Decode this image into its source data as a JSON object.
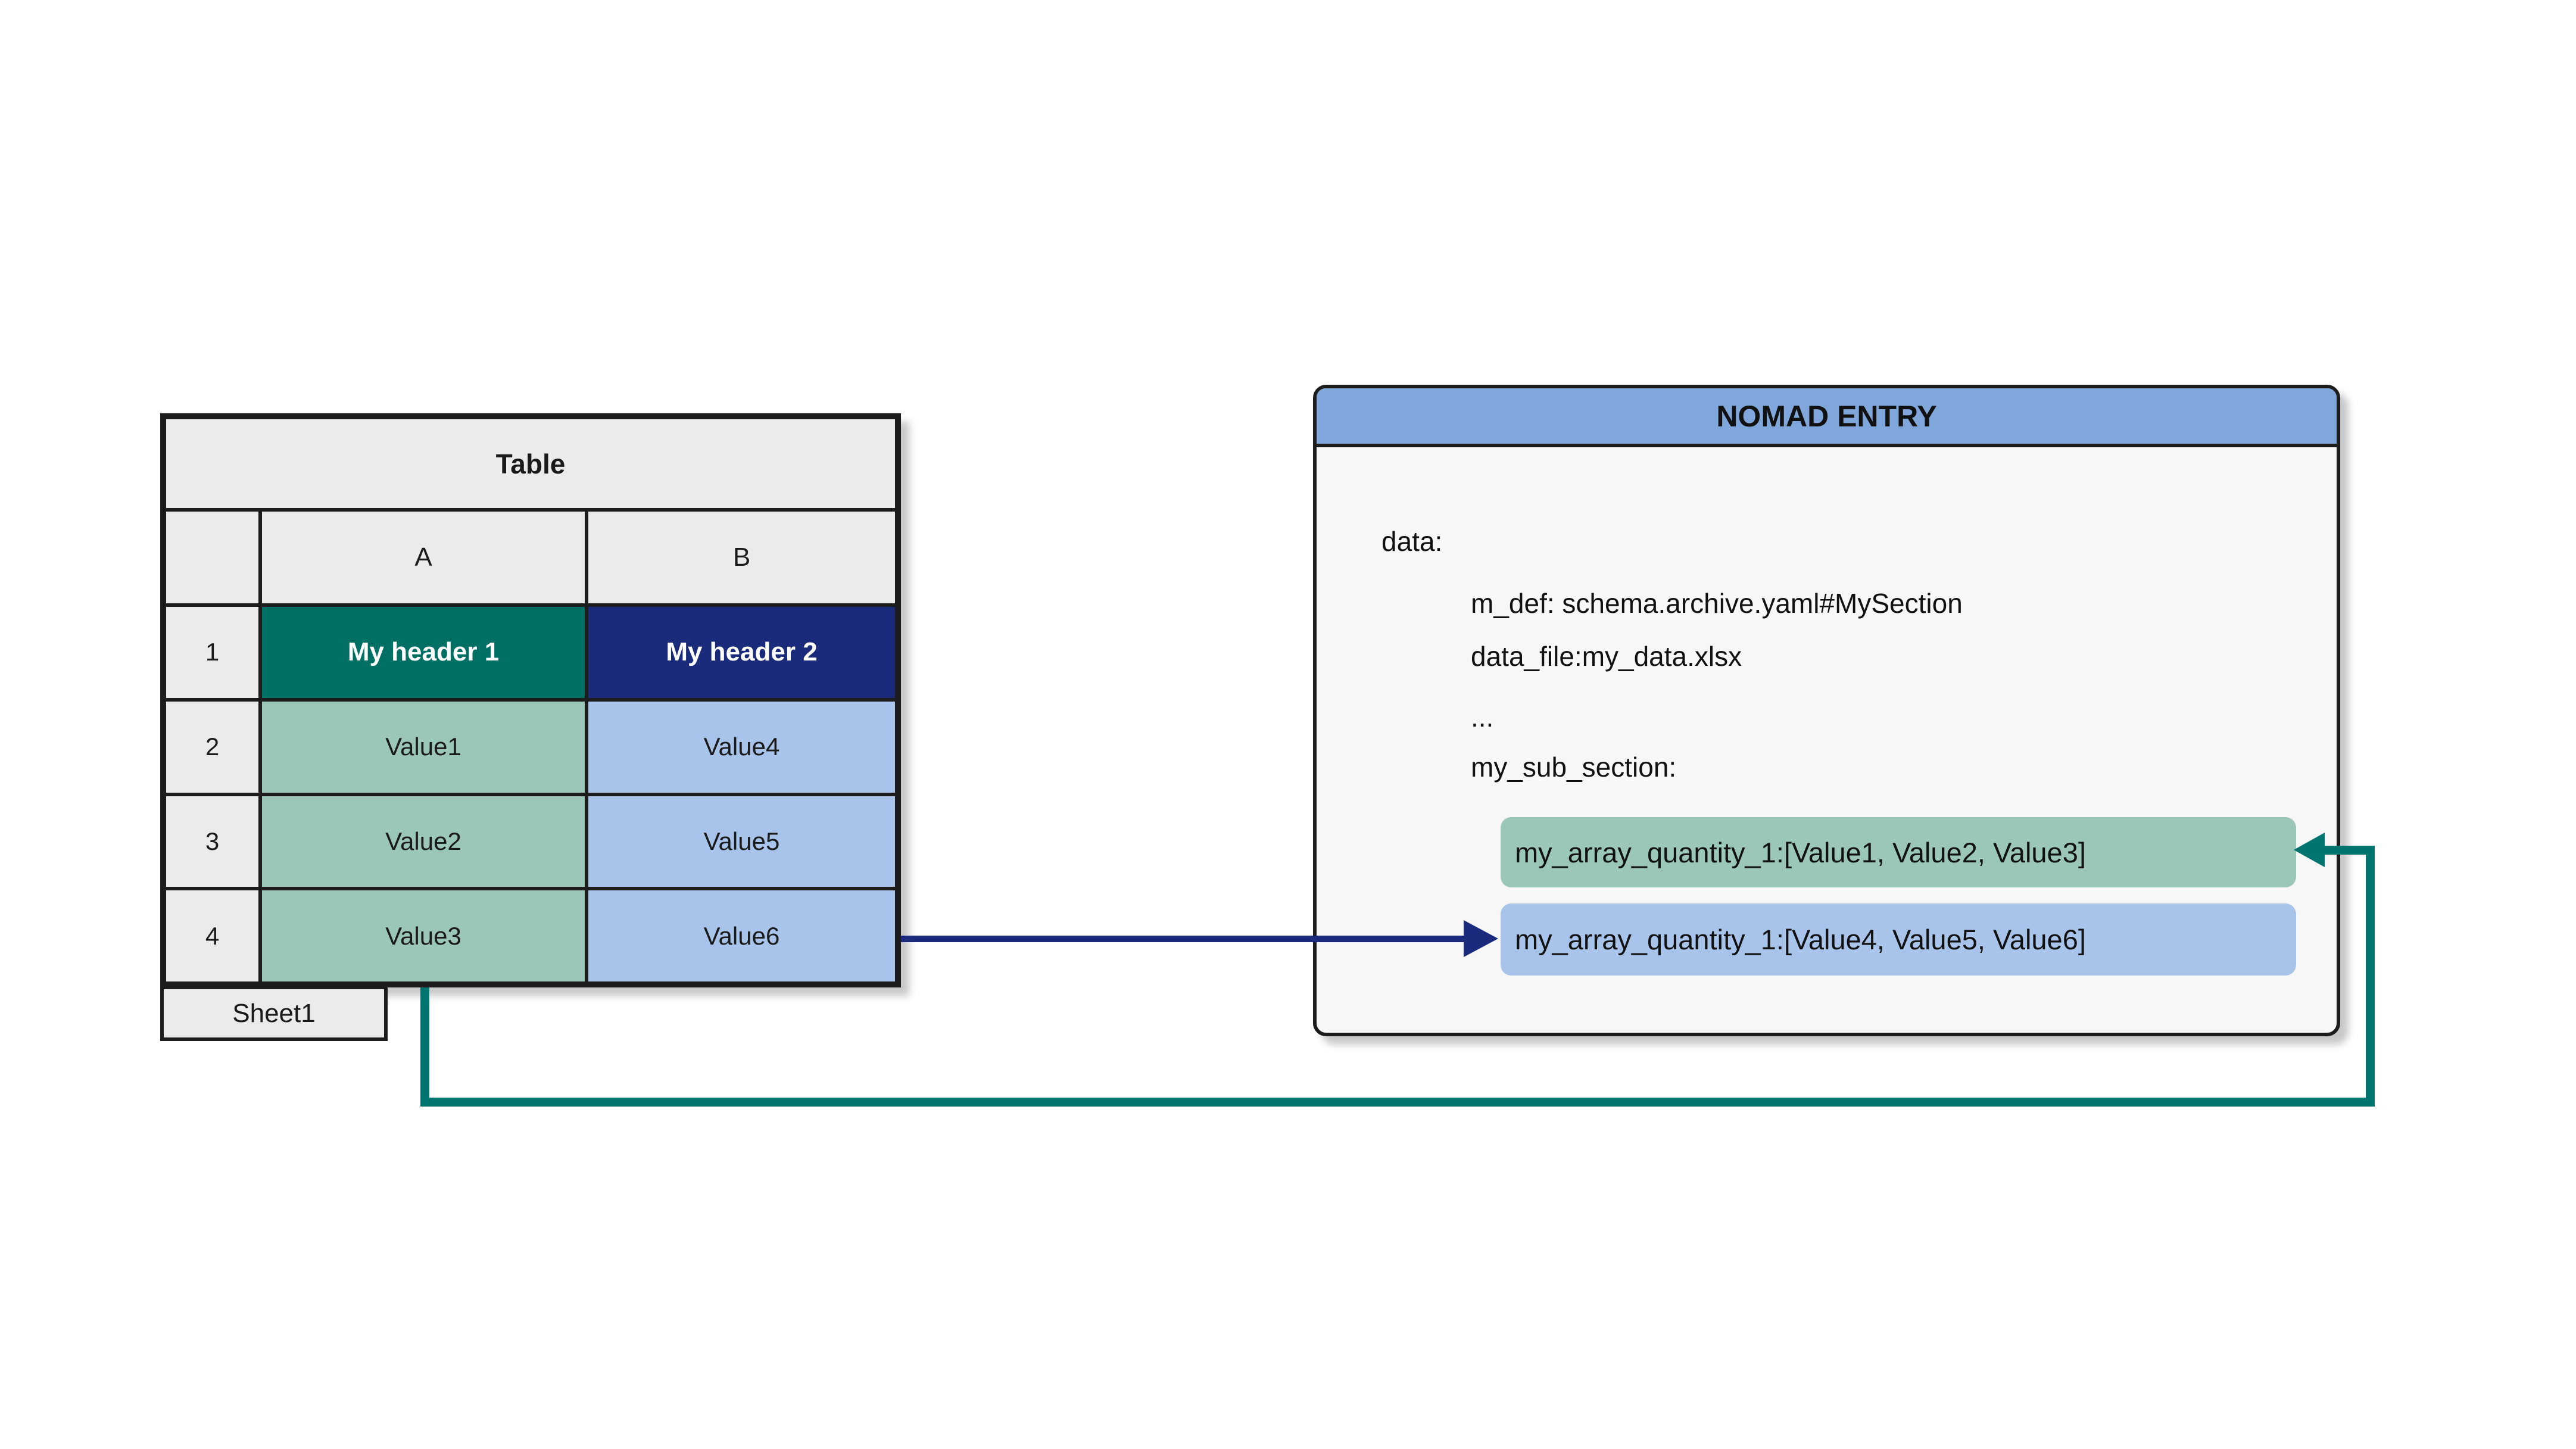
{
  "spreadsheet": {
    "title": "Table",
    "sheet_tab": "Sheet1",
    "columns": [
      "A",
      "B"
    ],
    "rows": [
      {
        "num": "1",
        "a": "My header 1",
        "b": "My header 2"
      },
      {
        "num": "2",
        "a": "Value1",
        "b": "Value4"
      },
      {
        "num": "3",
        "a": "Value2",
        "b": "Value5"
      },
      {
        "num": "4",
        "a": "Value3",
        "b": "Value6"
      }
    ]
  },
  "nomad": {
    "title": "NOMAD ENTRY",
    "line_data": "data:",
    "line_mdef": "m_def: schema.archive.yaml#MySection",
    "line_datafile": "data_file:my_data.xlsx",
    "line_ellipsis": "...",
    "line_subsection": "my_sub_section:",
    "array_green": "my_array_quantity_1:[Value1, Value2, Value3]",
    "array_blue": "my_array_quantity_1:[Value4, Value5, Value6]"
  },
  "colors": {
    "header_teal": "#007065",
    "header_navy": "#1b2b7b",
    "cell_green": "#9bc7b9",
    "cell_blue": "#a8c4eb",
    "nomad_header_blue": "#7fa7dc",
    "arrow_teal": "#00746e",
    "arrow_navy": "#1b2a7b",
    "border": "#1c1c1c"
  }
}
